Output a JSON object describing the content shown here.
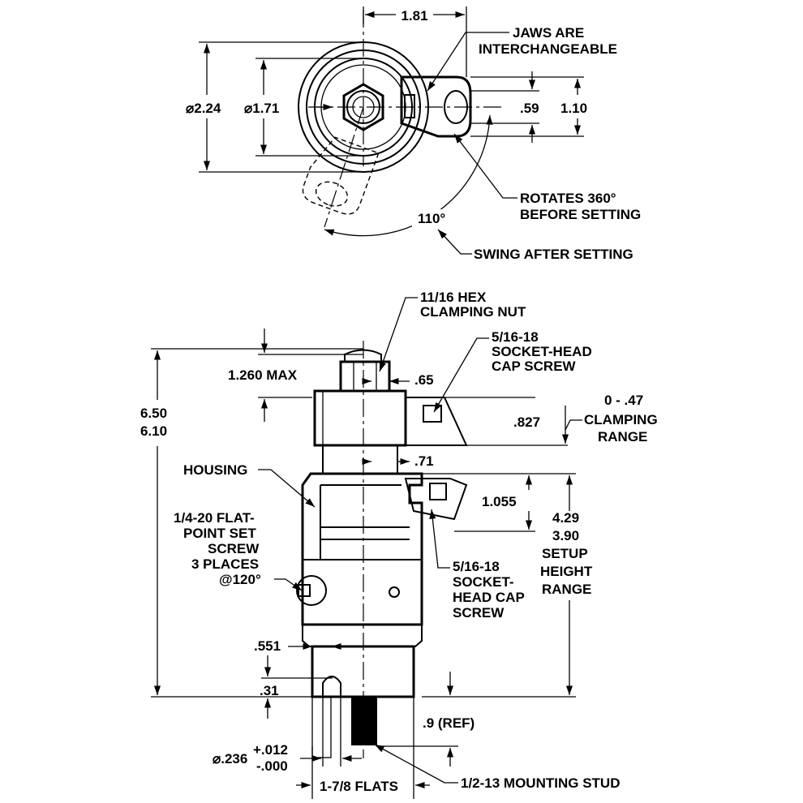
{
  "top_view": {
    "dim_width": "1.81",
    "jaws_l1": "JAWS ARE",
    "jaws_l2": "INTERCHANGEABLE",
    "dia_outer": "⌀2.24",
    "dia_inner": "⌀1.71",
    "dim_slot": ".59",
    "dim_jaw_height": "1.10",
    "rotates_l1": "ROTATES 360°",
    "rotates_l2": "BEFORE SETTING",
    "angle": "110°",
    "swing": "SWING AFTER SETTING"
  },
  "side_view": {
    "hex_l1": "11/16 HEX",
    "hex_l2": "CLAMPING NUT",
    "cap_top_l1": "5/16-18",
    "cap_top_l2": "SOCKET-HEAD",
    "cap_top_l3": "CAP SCREW",
    "max_height": "1.260 MAX",
    "dim_65": ".65",
    "dim_827": ".827",
    "clamp_l1": "0 - .47",
    "clamp_l2": "CLAMPING",
    "clamp_l3": "RANGE",
    "overall_max": "6.50",
    "overall_min": "6.10",
    "housing": "HOUSING",
    "dim_71": ".71",
    "dim_1055": "1.055",
    "setup_max": "4.29",
    "setup_min": "3.90",
    "setup_l1": "SETUP",
    "setup_l2": "HEIGHT",
    "setup_l3": "RANGE",
    "set_l1": "1/4-20 FLAT-",
    "set_l2": "POINT SET",
    "set_l3": "SCREW",
    "set_l4": "3 PLACES",
    "set_l5": "@120°",
    "cap_low_l1": "5/16-18",
    "cap_low_l2": "SOCKET-",
    "cap_low_l3": "HEAD CAP",
    "cap_low_l4": "SCREW",
    "dim_551": ".551",
    "dim_31": ".31",
    "dim_ref": ".9 (REF)",
    "dia_pin": "⌀.236",
    "tol_plus": "+.012",
    "tol_minus": "-.000",
    "flats": "1-7/8 FLATS",
    "stud": "1/2-13 MOUNTING STUD"
  }
}
